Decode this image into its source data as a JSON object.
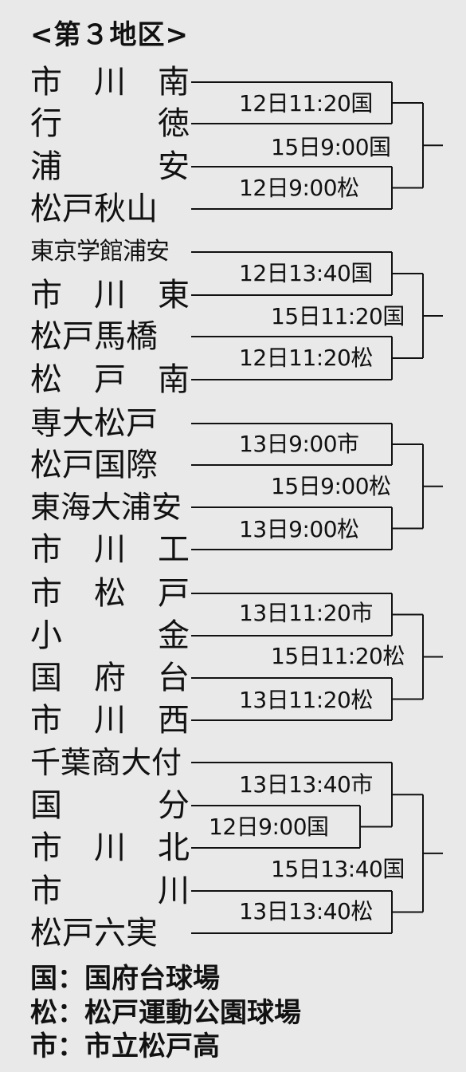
{
  "title": "<第３地区>",
  "blocks": [
    {
      "teams": [
        "市　川　南",
        "行　　　徳",
        "浦　　　安",
        "松戸秋山"
      ],
      "games": [
        "12日11:20国",
        "12日9:00松"
      ],
      "final": "15日9:00国"
    },
    {
      "teams": [
        "東京学館浦安",
        "市　川　東",
        "松戸馬橋",
        "松　戸　南"
      ],
      "games": [
        "12日13:40国",
        "12日11:20松"
      ],
      "final": "15日11:20国"
    },
    {
      "teams": [
        "専大松戸",
        "松戸国際",
        "東海大浦安",
        "市　川　工"
      ],
      "games": [
        "13日9:00市",
        "13日9:00松"
      ],
      "final": "15日9:00松"
    },
    {
      "teams": [
        "市　松　戸",
        "小　　　金",
        "国　府　台",
        "市　川　西"
      ],
      "games": [
        "13日11:20市",
        "13日11:20松"
      ],
      "final": "15日11:20松"
    },
    {
      "teams": [
        "千葉商大付",
        "国　　　分",
        "市　川　北",
        "市　　　川",
        "松戸六実"
      ],
      "games": [
        "13日13:40市",
        "12日9:00国",
        "13日13:40松"
      ],
      "final": "15日13:40国"
    }
  ],
  "legend": [
    "国：国府台球場",
    "松：松戸運動公園球場",
    "市：市立松戸高"
  ]
}
